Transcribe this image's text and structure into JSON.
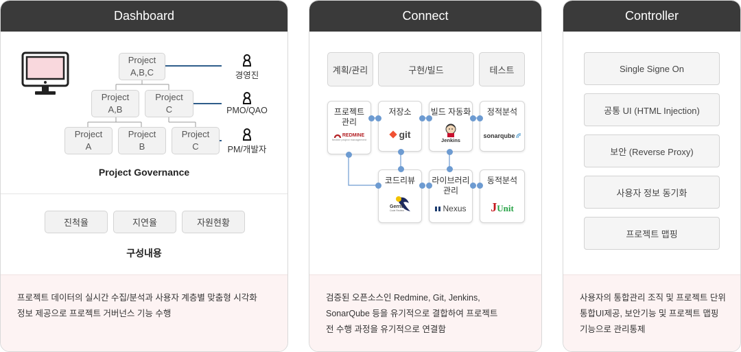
{
  "dashboard": {
    "title": "Dashboard",
    "tree": {
      "top": [
        "Project",
        "A,B,C"
      ],
      "mid_left": [
        "Project",
        "A,B"
      ],
      "mid_right": [
        "Project",
        "C"
      ],
      "bot_a": [
        "Project",
        "A"
      ],
      "bot_b": [
        "Project",
        "B"
      ],
      "bot_c": [
        "Project",
        "C"
      ]
    },
    "people": [
      "경영진",
      "PMO/QAO",
      "PM/개발자"
    ],
    "governance_label": "Project Governance",
    "metrics": [
      "진척율",
      "지연율",
      "자원현황"
    ],
    "composition_label": "구성내용",
    "footer": [
      "프로젝트 데이터의 실시간 수집/분석과 사용자 계층별 맞춤형 시각화",
      "정보 제공으로 프로젝트 거버넌스 기능 수행"
    ]
  },
  "connect": {
    "title": "Connect",
    "phases": [
      "계획/관리",
      "구현/빌드",
      "테스트"
    ],
    "tools": {
      "project_mgmt": [
        "프로젝트",
        "관리"
      ],
      "repo": "저장소",
      "build": "빌드 자동화",
      "static": "정적분석",
      "review": "코드리뷰",
      "library": [
        "라이브러리",
        "관리"
      ],
      "dynamic": "동적분석"
    },
    "logos": {
      "redmine": "REDMINE",
      "redmine_sub": "flexible project management",
      "git": "git",
      "jenkins": "Jenkins",
      "sonar": "sonarqube",
      "gerrit": "Gerrit",
      "gerrit_sub": "Code Review",
      "nexus": "Nexus",
      "junit_j": "J",
      "junit_rest": "Unit"
    },
    "footer": [
      "검증된 오픈소스인 Redmine, Git, Jenkins,",
      "SonarQube 등을 유기적으로 결합하여 프로젝트",
      "전 수행 과정을 유기적으로 연결함"
    ]
  },
  "controller": {
    "title": "Controller",
    "items": [
      "Single Signe On",
      "공통 UI (HTML Injection)",
      "보안 (Reverse Proxy)",
      "사용자 정보 동기화",
      "프로젝트 맵핑"
    ],
    "footer": [
      "사용자의 통합관리 조직 및 프로젝트 단위",
      "통합UI제공, 보안기능 및 프로젝트 맵핑",
      "기능으로 관리통제"
    ]
  },
  "colors": {
    "header": "#3a3a3a",
    "footer_bg": "#fdf3f3",
    "connector_blue": "#6d9bd1",
    "line_blue": "#2e5d8a",
    "redmine_red": "#b32024",
    "git_orange": "#f05133",
    "junit_red": "#c4161c",
    "junit_green": "#25a244",
    "monitor_screen": "#f9d8dd"
  },
  "icons": [
    "monitor-icon",
    "person-icon",
    "redmine-logo",
    "git-logo",
    "jenkins-logo",
    "sonarqube-logo",
    "gerrit-logo",
    "nexus-logo",
    "junit-logo"
  ]
}
